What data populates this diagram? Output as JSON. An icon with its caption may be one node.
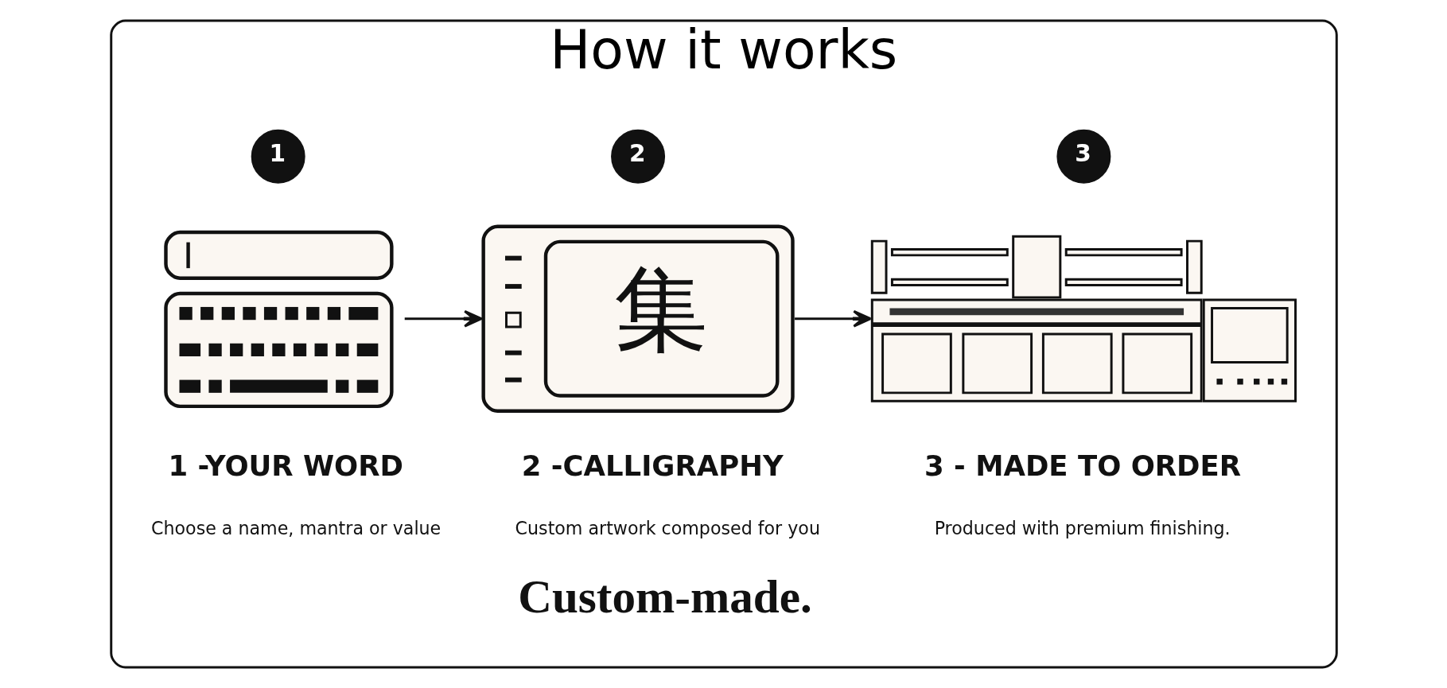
{
  "diagram": {
    "nodes": [
      {
        "text": [
          "How it works"
        ]
      },
      {
        "text": [
          "1"
        ],
        "in": 0
      },
      {
        "text": [
          "2"
        ],
        "in": 0
      },
      {
        "text": [
          "3"
        ],
        "in": 0
      },
      {
        "text": [],
        "shape": "picture",
        "in": 0,
        "beside": [
          "1 -YOUR WORD",
          "Choose a name, mantra or value"
        ]
      },
      {
        "text": [
          "集"
        ],
        "in": 0,
        "beside": [
          "2 -CALLIGRAPHY",
          "Custom artwork composed for you"
        ]
      },
      {
        "text": [],
        "shape": "picture",
        "in": 0,
        "beside": [
          "3 - MADE TO ORDER",
          "Produced with premium finishing."
        ]
      }
    ],
    "edges": [
      {
        "from": 4,
        "to": 5,
        "arrow": "to"
      },
      {
        "from": 5,
        "to": 6,
        "arrow": "to"
      }
    ],
    "labels": [
      "Custom-made."
    ]
  }
}
